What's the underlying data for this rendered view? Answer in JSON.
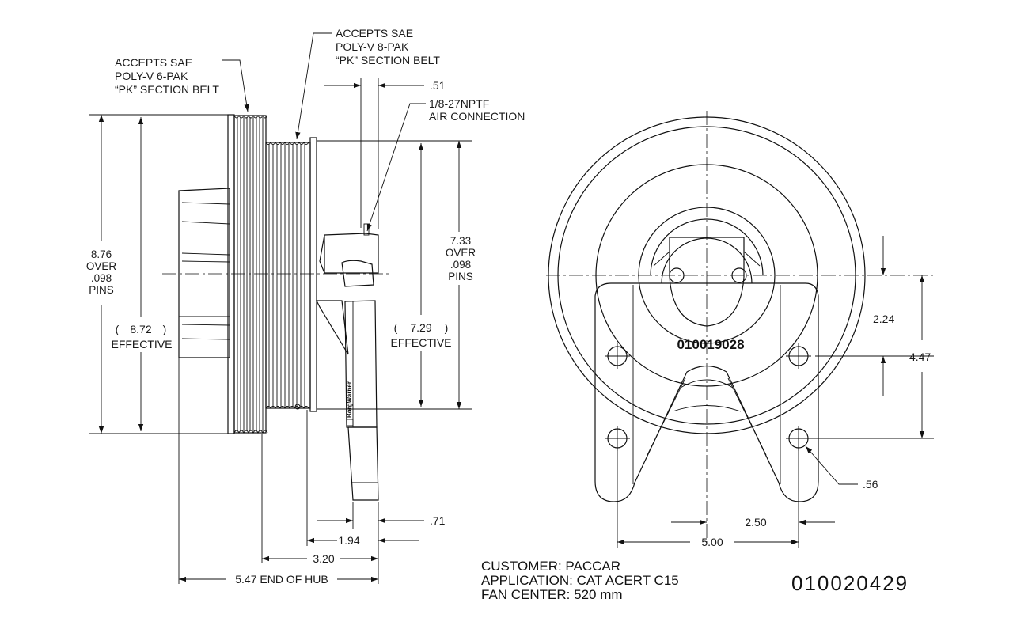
{
  "side_view": {
    "callout_6pak": [
      "ACCEPTS SAE",
      "POLY-V 6-PAK",
      "“PK” SECTION BELT"
    ],
    "callout_8pak": [
      "ACCEPTS SAE",
      "POLY-V 8-PAK",
      "“PK” SECTION BELT"
    ],
    "callout_air": [
      "1/8-27NPTF",
      "AIR CONNECTION"
    ],
    "dim_051": ".51",
    "dim_876": [
      "8.76",
      "OVER",
      ".098",
      "PINS"
    ],
    "dim_872": [
      "(",
      "8.72",
      ")",
      "EFFECTIVE"
    ],
    "dim_733": [
      "7.33",
      "OVER",
      ".098",
      "PINS"
    ],
    "dim_729": [
      "(",
      "7.29",
      ")",
      "EFFECTIVE"
    ],
    "dim_071": ".71",
    "dim_194": "1.94",
    "dim_320": "3.20",
    "dim_547": "5.47 END OF HUB",
    "brand": "BorgWarner"
  },
  "front_view": {
    "stamp": "010019028",
    "dim_224": "2.24",
    "dim_447": "4.47",
    "dim_056": ".56",
    "dim_250": "2.50",
    "dim_500": "5.00"
  },
  "footer": {
    "customer": "CUSTOMER: PACCAR",
    "application": "APPLICATION: CAT ACERT C15",
    "fan_center": "FAN CENTER: 520 mm",
    "part_number": "010020429"
  }
}
